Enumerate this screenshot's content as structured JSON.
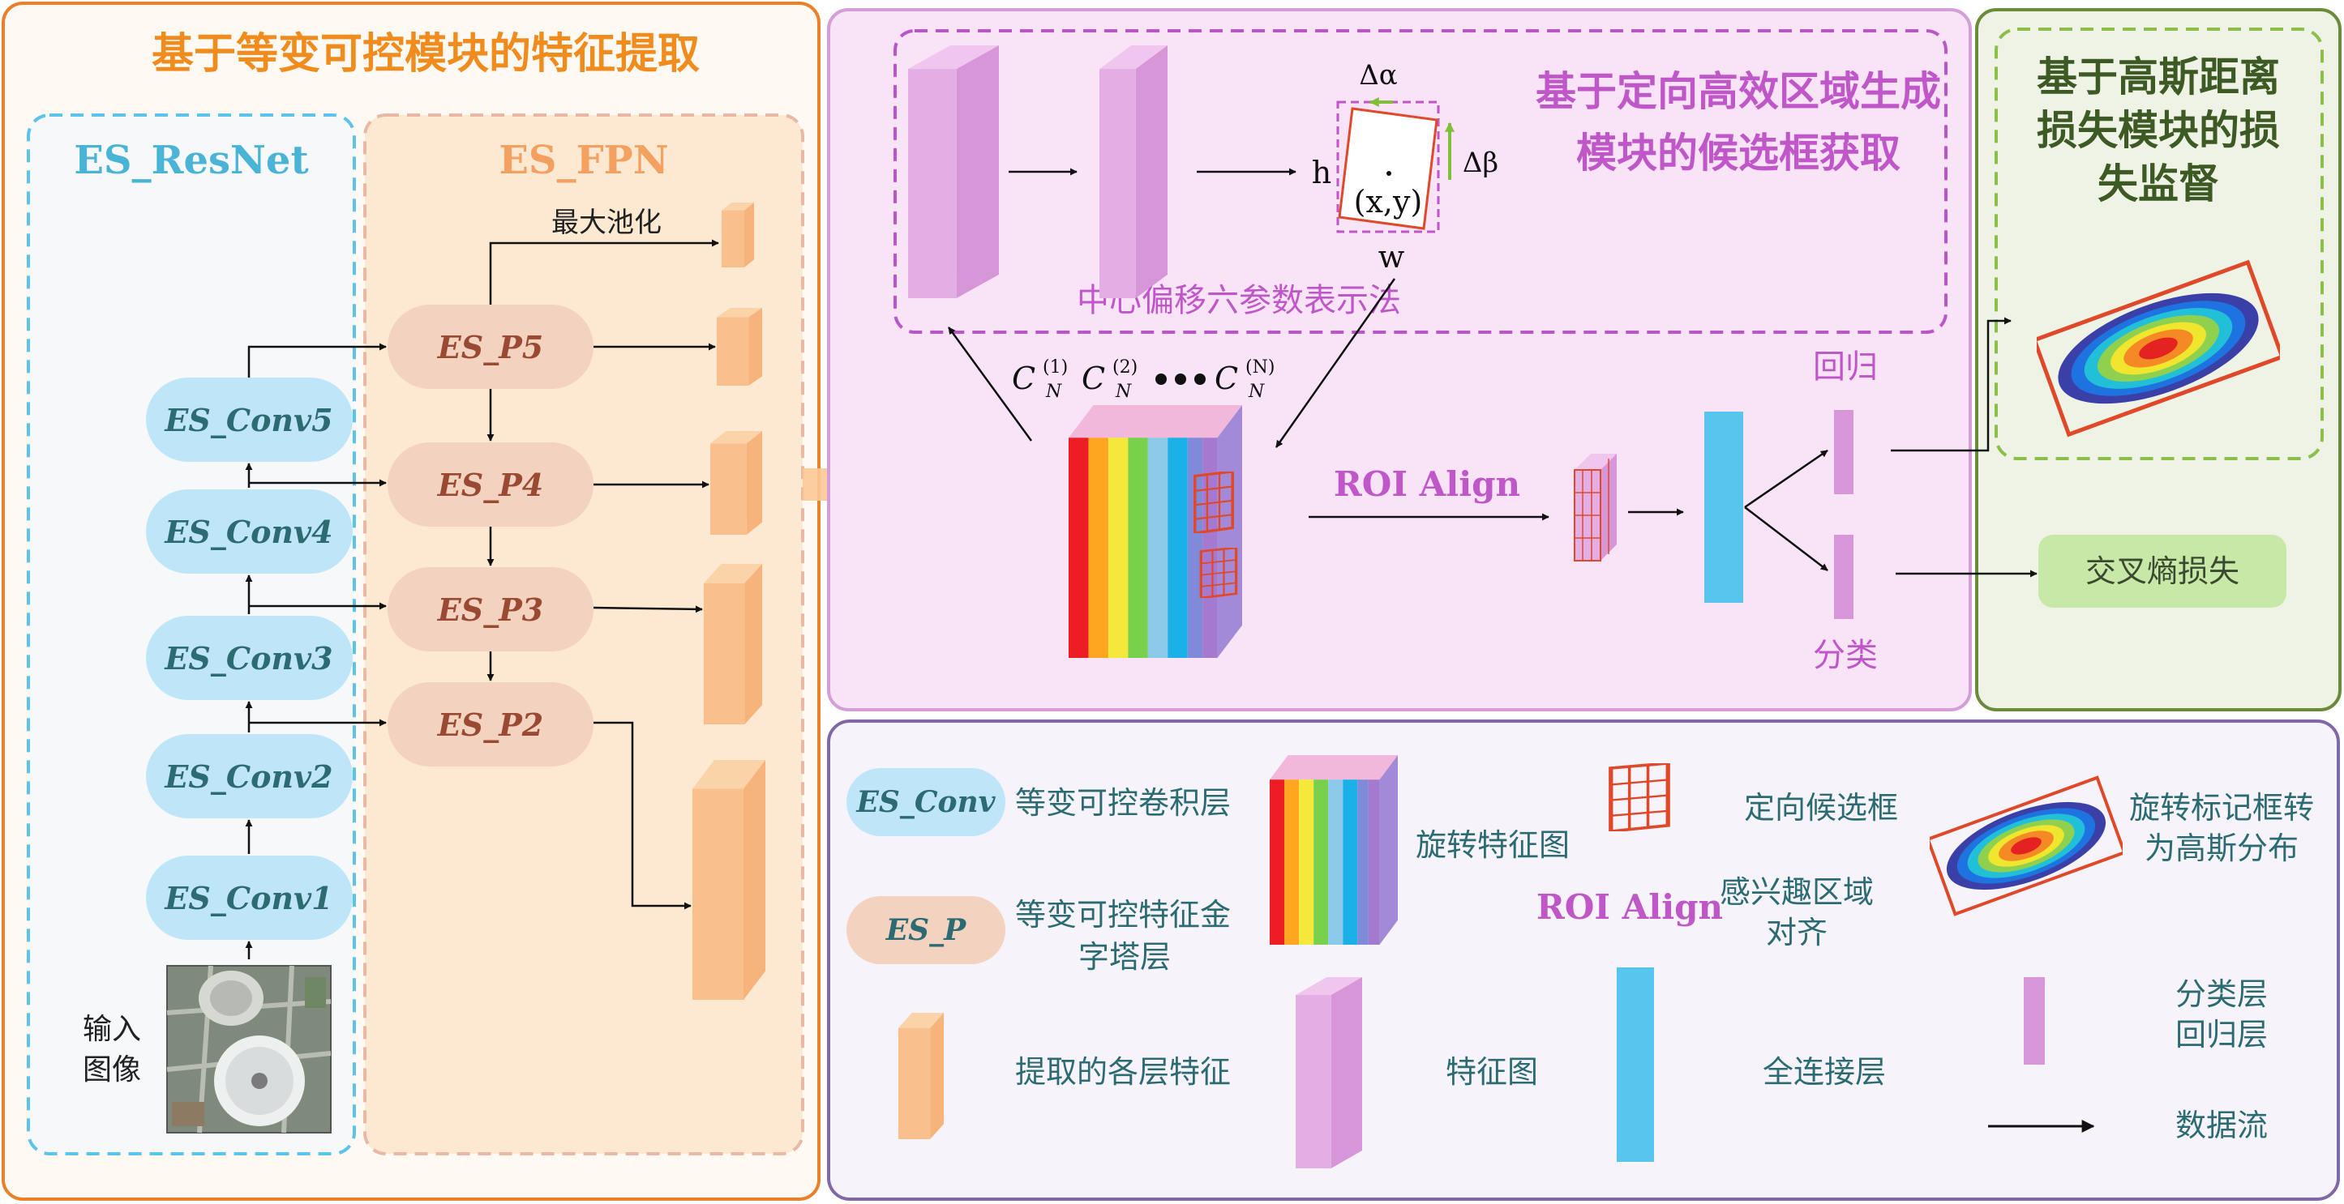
{
  "panel_left": {
    "title": "基于等变可控模块的特征提取",
    "resnet_title": "ES_ResNet",
    "fpn_title": "ES_FPN",
    "conv_labels": [
      "ES_Conv5",
      "ES_Conv4",
      "ES_Conv3",
      "ES_Conv2",
      "ES_Conv1"
    ],
    "fpn_labels": [
      "ES_P5",
      "ES_P4",
      "ES_P3",
      "ES_P2"
    ],
    "maxpool_label": "最大池化",
    "input_label_1": "输入",
    "input_label_2": "图像"
  },
  "panel_middle": {
    "title_line1": "基于定向高效区域生成",
    "title_line2": "模块的候选框获取",
    "six_param_label": "中心偏移六参数表示法",
    "delta_alpha": "Δα",
    "delta_beta": "Δβ",
    "h_label": "h",
    "w_label": "w",
    "center_label": "(x,y)",
    "channel_c": "C",
    "channel_n": "N",
    "channel_sup": [
      "(1)",
      "(2)",
      "(N)"
    ],
    "roi_label": "ROI Align",
    "reg_label": "回归",
    "cls_label": "分类"
  },
  "panel_right": {
    "title_line1": "基于高斯距离",
    "title_line2": "损失模块的损",
    "title_line3": "失监督",
    "ce_loss": "交叉熵损失"
  },
  "legend": {
    "es_conv_shape": "ES_Conv",
    "es_conv_desc": "等变可控卷积层",
    "es_p_shape": "ES_P",
    "es_p_desc_1": "等变可控特征金",
    "es_p_desc_2": "字塔层",
    "rot_feat": "旋转特征图",
    "oriented_box": "定向候选框",
    "roi_shape": "ROI Align",
    "roi_desc_1": "感兴趣区域",
    "roi_desc_2": "对齐",
    "gauss_desc_1": "旋转标记框转",
    "gauss_desc_2": "为高斯分布",
    "extracted_feat": "提取的各层特征",
    "feat_map": "特征图",
    "fc_layer": "全连接层",
    "cls_layer": "分类层",
    "reg_layer": "回归层",
    "data_flow": "数据流"
  },
  "colors": {
    "orange_border": "#e8802c",
    "orange_title": "#f08c1e",
    "teal_text": "#2d6b73",
    "blue_pill": "#bfe6f8",
    "peach_pill": "#f3d2c0",
    "purple": "#c057c8",
    "purple_border": "#a86cc0",
    "green_border": "#6a8c3a",
    "dark_green": "#3d5a24",
    "fc_blue": "#57c6ee",
    "ce_green": "#c8e8a8"
  }
}
